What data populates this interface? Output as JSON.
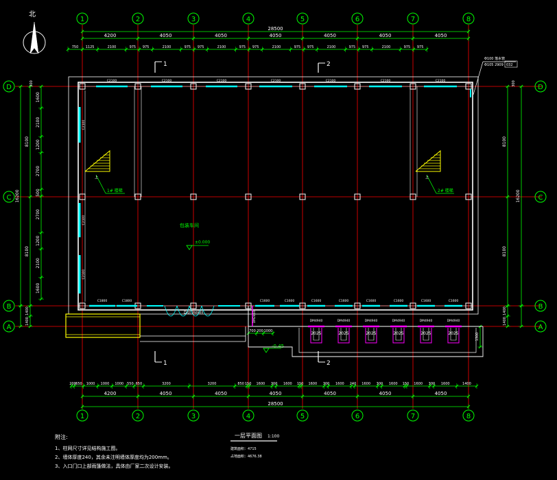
{
  "north_label": "北",
  "overall_dim": "28500",
  "top_bays": [
    "4200",
    "4050",
    "4050",
    "4050",
    "4050",
    "4050",
    "4050"
  ],
  "top_sub": [
    "750",
    "1125",
    "2100",
    "975",
    "975",
    "2100",
    "975",
    "975",
    "2100",
    "975",
    "975",
    "2100",
    "975",
    "975",
    "2100",
    "975",
    "975",
    "2100",
    "975",
    "975"
  ],
  "bottom_sub": [
    "200",
    "650",
    "1000",
    "1000",
    "1000",
    "550",
    "650",
    "3200",
    "3200",
    "850",
    "150",
    "1600",
    "300",
    "1600",
    "150",
    "1600",
    "300",
    "1600",
    "240",
    "1600",
    "300",
    "1600",
    "150",
    "1600",
    "300",
    "1600",
    "1400"
  ],
  "bottom_bays": [
    "4200",
    "4050",
    "4050",
    "4050",
    "4050",
    "4050",
    "4050"
  ],
  "bottom_overall": "28500",
  "axes_x": [
    "1",
    "2",
    "3",
    "4",
    "5",
    "6",
    "7",
    "8"
  ],
  "axes_y": [
    "D",
    "C",
    "B",
    "A"
  ],
  "left_dims_inner": [
    "1600",
    "2100",
    "1200",
    "2700",
    "500",
    "2700",
    "1200",
    "2100",
    "1600"
  ],
  "left_dims_mid": [
    "8100",
    "8100"
  ],
  "left_dims_outer": [
    "16200"
  ],
  "left_small": [
    "300",
    "1400",
    "1400"
  ],
  "right_dims_mid": [
    "8100",
    "8100"
  ],
  "right_dims_outer": [
    "16200"
  ],
  "right_small": [
    "300",
    "1400",
    "1400"
  ],
  "window_labels_top": [
    "C2100",
    "C2100",
    "C2100",
    "C2100",
    "C2100",
    "C2100",
    "C2100"
  ],
  "window_labels_bottom_left": [
    "C1800",
    "C1800"
  ],
  "door_label_bottom": "自动门M4820",
  "window_labels_bottom_right": [
    "C1600",
    "C1600",
    "C1600",
    "C1600",
    "C1600",
    "C1600",
    "C1600",
    "C1600"
  ],
  "window_labels_left": [
    "C2100",
    "C2100",
    "C2100"
  ],
  "dock_labels": [
    "DM4940",
    "DM4940",
    "DM4940",
    "DM4940",
    "DM4940",
    "DM4940"
  ],
  "dock_label_small": "DM2450",
  "dock_dims": [
    "2025",
    "2025",
    "2025",
    "2025",
    "2025",
    "2025"
  ],
  "dock_sub": [
    "700",
    "200",
    "1000"
  ],
  "dock_right_dim": "1300",
  "stair_left_label": "1# 楼梯",
  "stair_right_label": "2# 楼梯",
  "stair_marks": [
    "上",
    "上"
  ],
  "section_marks": [
    "1",
    "2",
    "1",
    "2"
  ],
  "room_label": "包装车间",
  "elev_main": "±0.000",
  "elev_dock": "-0.45",
  "downspout_label": "Φ100 落水管",
  "downspout_label2": "Φ105 2909",
  "downspout_num": "032",
  "notes_title": "附注:",
  "notes": [
    "1、柱网尺寸详见结构施工图。",
    "2、墙体厚度240，其余未注明墙体厚度均为200mm。",
    "3、入口门口上部雨篷做法，具体由厂家二次设计安装。"
  ],
  "plan_title": "一层平面图",
  "plan_scale": "1:100",
  "area1": "建筑面积：4715",
  "area2": "占地面积：4676.38",
  "colors": {
    "background": "#000000",
    "dim": "#00ff00",
    "axis": "#ff0000",
    "wall": "#ffffff",
    "window": "#00ffff",
    "text": "#ffffff",
    "accent": "#ff00ff",
    "stair": "#ffff00"
  }
}
